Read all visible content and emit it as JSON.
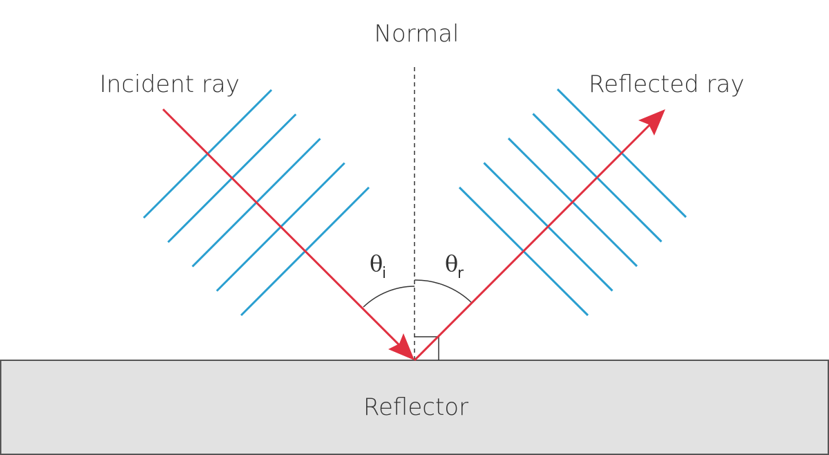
{
  "diagram": {
    "title": "Reflection of a wave at a reflector",
    "labels": {
      "normal": "Normal",
      "incident": "Incident ray",
      "reflected": "Reflected ray",
      "reflector": "Reflector",
      "theta_symbol": "θ",
      "incident_angle_subscript": "i",
      "reflected_angle_subscript": "r"
    },
    "wavefronts": {
      "incident_count": 5,
      "reflected_count": 5
    },
    "angle_of_incidence_deg": 45,
    "angle_of_reflection_deg": 45,
    "right_angle_marker": true,
    "colors": {
      "ray": "#e03040",
      "wavefront": "#2a9fd0",
      "reflector_fill": "#e2e2e2",
      "reflector_border": "#555555",
      "text": "#333333",
      "normal_line": "#333333"
    }
  }
}
